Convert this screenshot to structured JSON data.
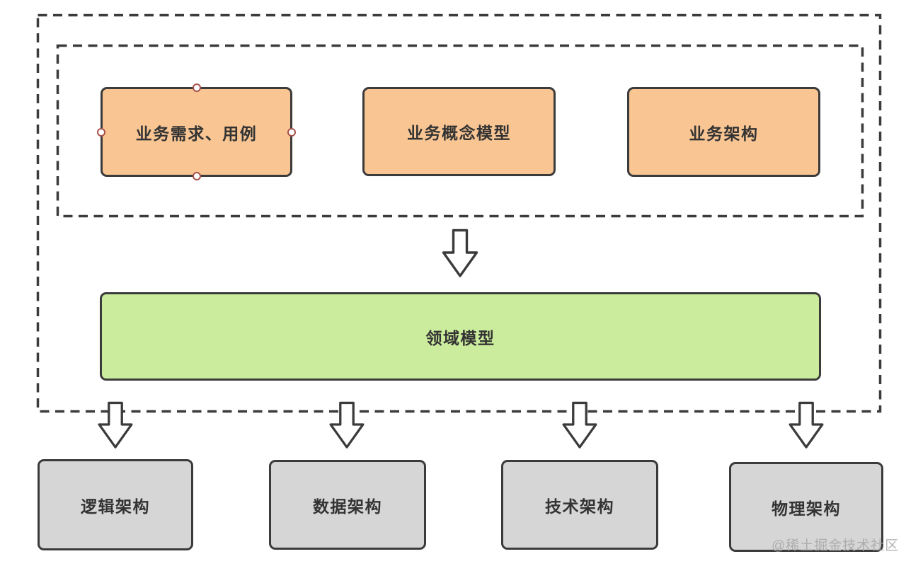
{
  "canvas": {
    "watermark": "@稀土掘金技术社区",
    "colors": {
      "orange_fill": "#f8c593",
      "green_fill": "#cbec9d",
      "gray_fill": "#d6d6d6",
      "stroke": "#3b3b3b",
      "selection_handle_ring": "#a5504b"
    },
    "business_layer": {
      "boxes": [
        {
          "label": "业务需求、用例",
          "selected": true
        },
        {
          "label": "业务概念模型",
          "selected": false
        },
        {
          "label": "业务架构",
          "selected": false
        }
      ]
    },
    "domain_layer": {
      "label": "领域模型"
    },
    "architecture_layer": {
      "boxes": [
        {
          "label": "逻辑架构"
        },
        {
          "label": "数据架构"
        },
        {
          "label": "技术架构"
        },
        {
          "label": "物理架构"
        }
      ]
    }
  }
}
